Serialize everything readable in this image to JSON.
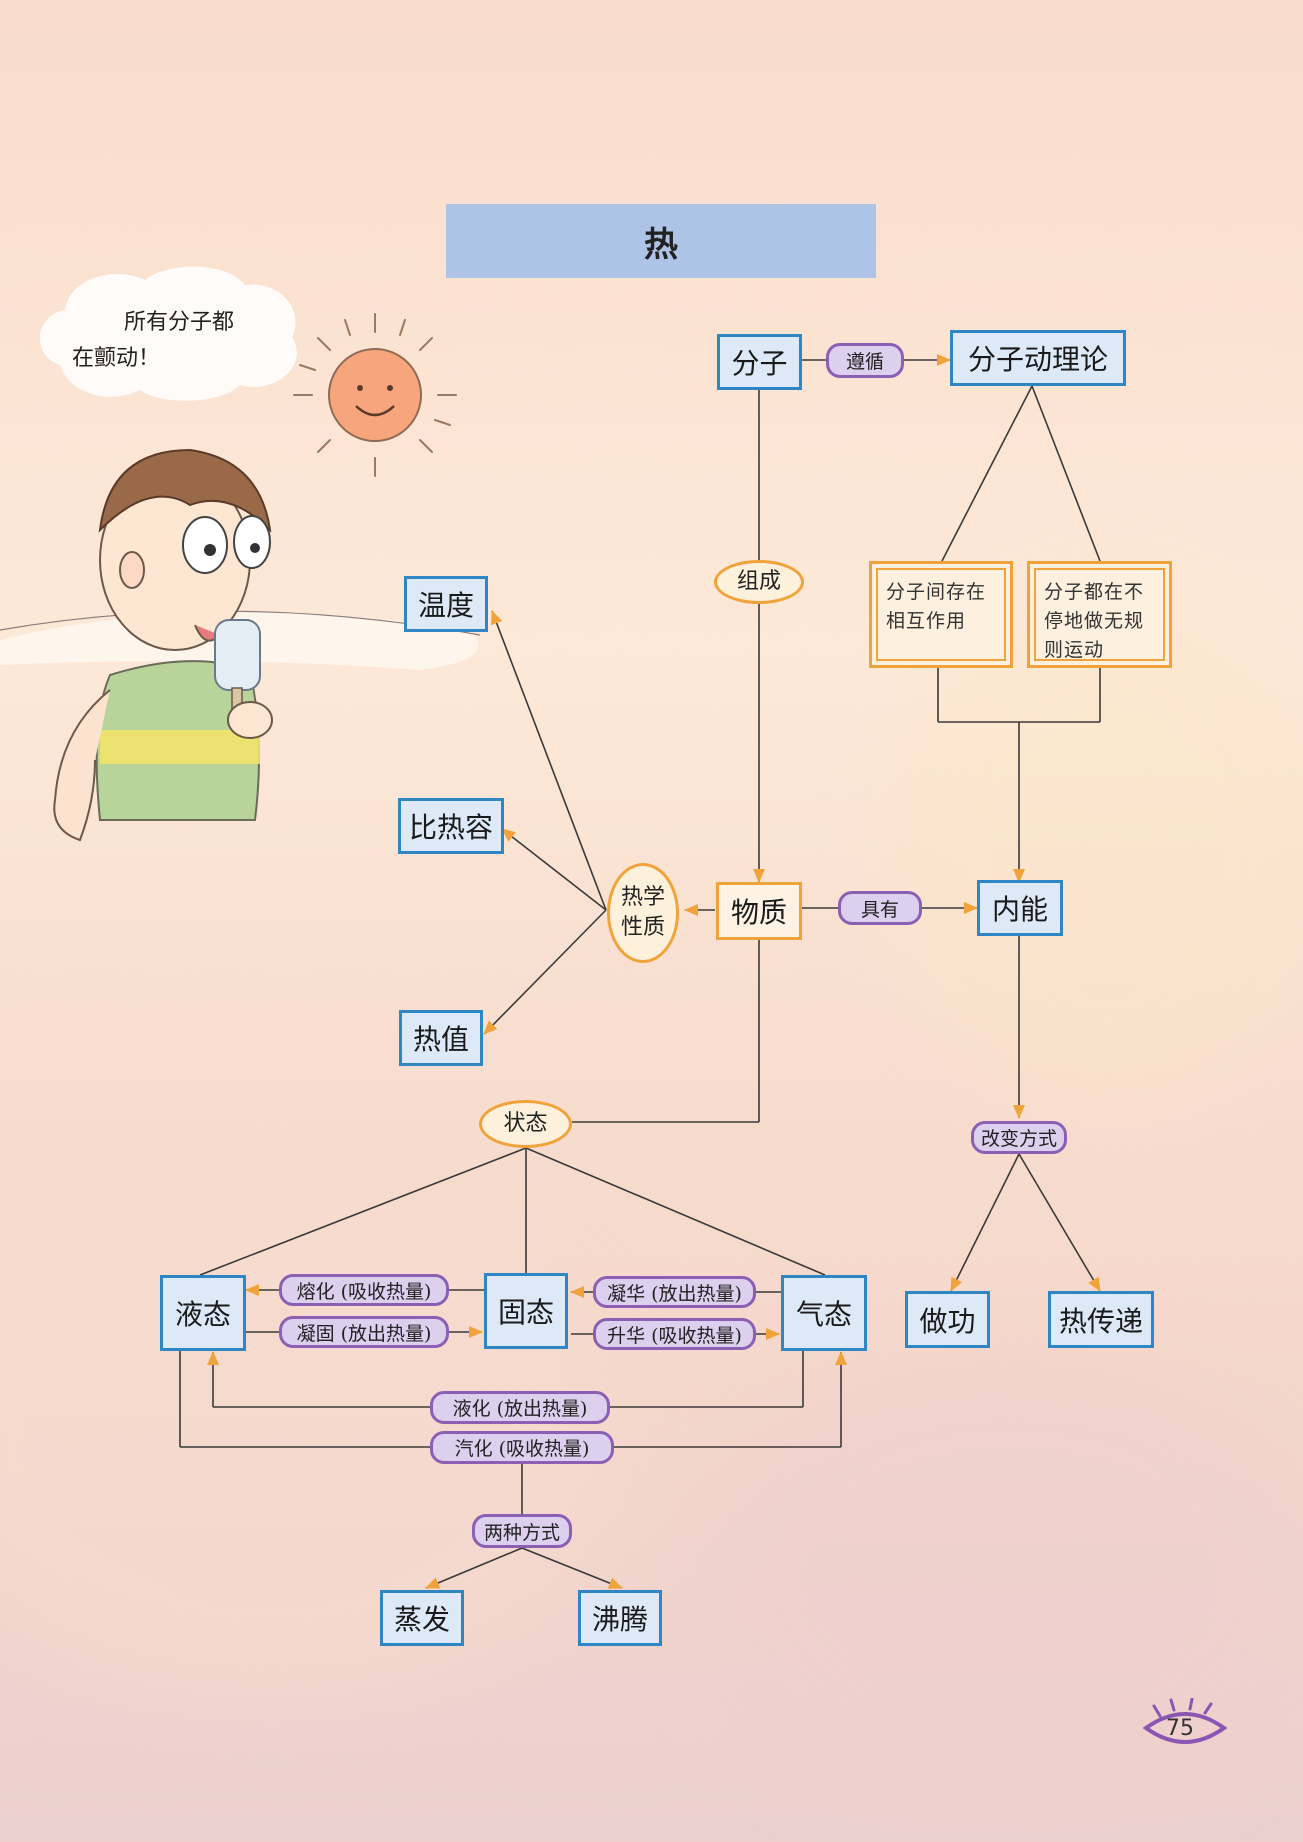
{
  "title": "热",
  "speech_bubble": {
    "line1": "所有分子都",
    "line2": "在颤动！"
  },
  "page_number": "75",
  "nodes": {
    "fenzi": "分子",
    "fenzi_dongli": "分子动理论",
    "xianghu": "分子间存在相互作用",
    "yundong": "分子都在不停地做无规则运动",
    "wendu": "温度",
    "birerong": "比热容",
    "rezhi": "热值",
    "rexue_xingzhi": "热学性质",
    "wuzhi": "物质",
    "neineng": "内能",
    "zuogong": "做功",
    "rechuandi": "热传递",
    "yetai": "液态",
    "gutai": "固态",
    "qitai": "气态",
    "zhengfa": "蒸发",
    "feiteng": "沸腾"
  },
  "labels": {
    "zunxun": "遵循",
    "zucheng": "组成",
    "juyou": "具有",
    "gaibian_fangshi": "改变方式",
    "zhuangtai": "状态",
    "ronghua": "熔化 (吸收热量)",
    "ninggu": "凝固 (放出热量)",
    "ninghua": "凝华 (放出热量)",
    "shenghua": "升华 (吸收热量)",
    "yehua": "液化 (放出热量)",
    "qihua": "汽化 (吸收热量)",
    "liangzhong_fangshi": "两种方式"
  }
}
